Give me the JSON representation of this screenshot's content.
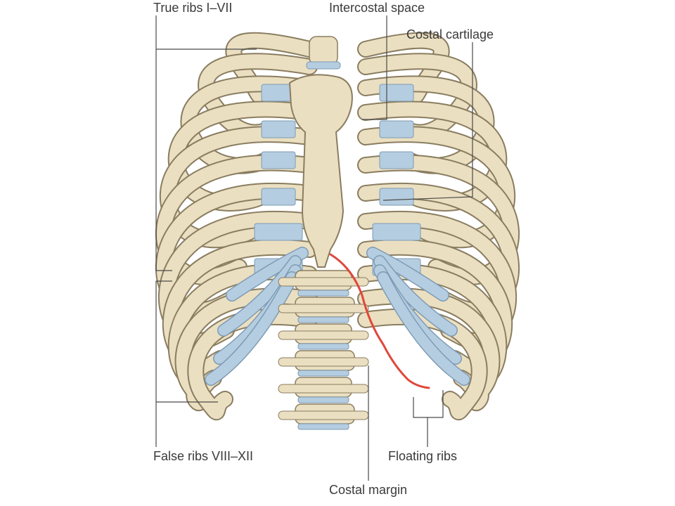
{
  "diagram": {
    "labels": {
      "true_ribs": "True ribs I–VII",
      "intercostal_space": "Intercostal space",
      "costal_cartilage": "Costal cartilage",
      "false_ribs": "False ribs VIII–XII",
      "floating_ribs": "Floating ribs",
      "costal_margin": "Costal margin"
    }
  },
  "colors": {
    "bone": "#ebdfc1",
    "bone_outline": "#8a7d60",
    "cartilage": "#b5cde0",
    "cartilage_outline": "#7d9bb5",
    "costal_margin_line": "#e0473a",
    "leader_line": "#4a4a4a",
    "label_text": "#3a3a3a"
  }
}
